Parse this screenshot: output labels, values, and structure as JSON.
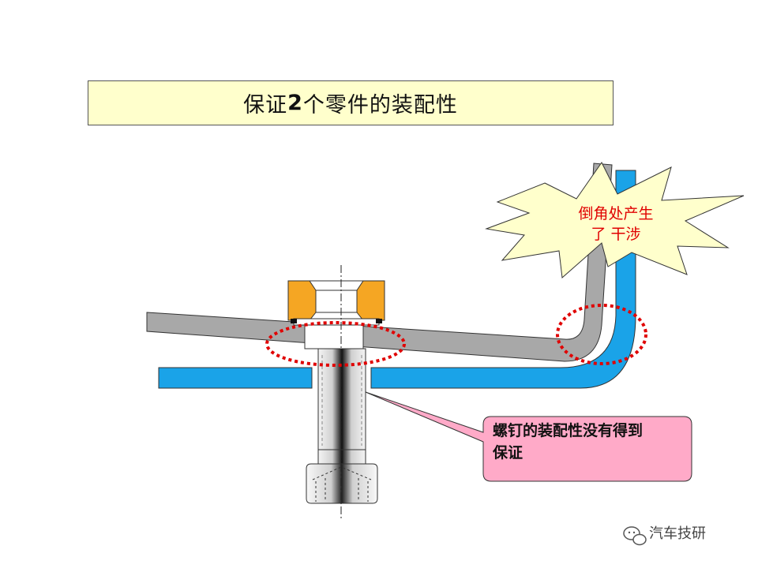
{
  "title": {
    "part1": "保证",
    "num": "2",
    "part2": "个零件的装配性"
  },
  "annotations": {
    "burst_line1": "倒角处产生",
    "burst_line2": "了 干涉",
    "callout_line1": "螺钉的装配性没有得到",
    "callout_line2": "保证"
  },
  "watermark": {
    "text": "汽车技研",
    "icon": "wechat-icon"
  },
  "colors": {
    "title_bg": "#ffffcc",
    "gray_plate": "#a8a8a8",
    "blue_plate": "#1aa3e8",
    "nut_orange": "#f5a623",
    "interference_red": "#e00000",
    "callout_pink": "#ffaac8"
  }
}
